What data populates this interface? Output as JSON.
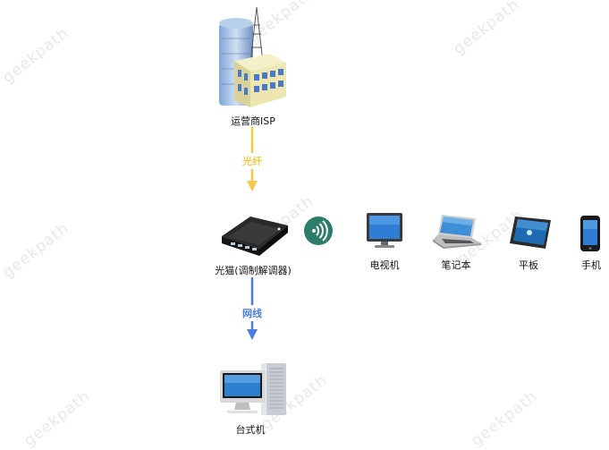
{
  "nodes": {
    "isp": {
      "label": "运营商ISP"
    },
    "modem": {
      "label": "光猫(调制解调器)"
    },
    "tv": {
      "label": "电视机"
    },
    "laptop": {
      "label": "笔记本"
    },
    "tablet": {
      "label": "平板"
    },
    "phone": {
      "label": "手机"
    },
    "desktop": {
      "label": "台式机"
    }
  },
  "edges": {
    "fiber": {
      "label": "光纤",
      "color": "#f2c94c"
    },
    "cable": {
      "label": "网线",
      "color": "#4a7fe0"
    }
  },
  "wifi": {
    "color": "#2e7d6a"
  },
  "watermark": {
    "text": "geekpath"
  }
}
